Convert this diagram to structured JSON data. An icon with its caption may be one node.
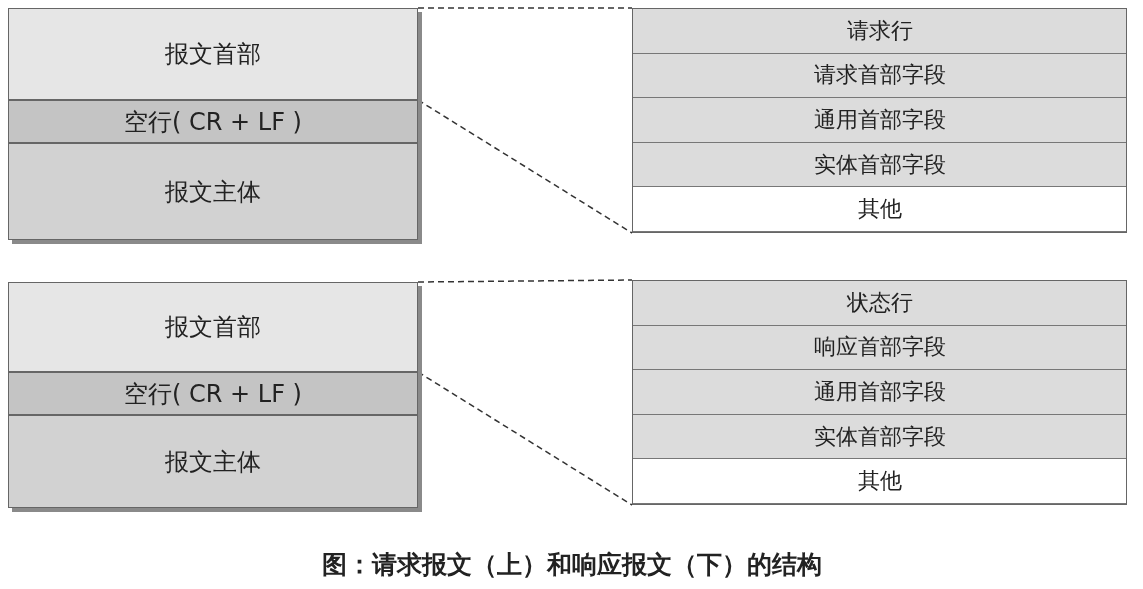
{
  "diagram": {
    "caption": "图：请求报文（上）和响应报文（下）的结构",
    "nodes": [
      {
        "text": [
          "报文首部"
        ]
      },
      {
        "text": [
          "空行( CR + LF )"
        ]
      },
      {
        "text": [
          "报文主体"
        ]
      },
      {
        "text": [],
        "shape": "box"
      },
      {
        "text": [
          "请求行"
        ],
        "in": 3
      },
      {
        "text": [
          "请求首部字段"
        ],
        "in": 3
      },
      {
        "text": [
          "通用首部字段"
        ],
        "in": 3
      },
      {
        "text": [
          "实体首部字段"
        ],
        "in": 3
      },
      {
        "text": [
          "其他"
        ],
        "in": 3
      },
      {
        "text": [
          "报文首部"
        ]
      },
      {
        "text": [
          "空行( CR + LF )"
        ]
      },
      {
        "text": [
          "报文主体"
        ]
      },
      {
        "text": [],
        "shape": "box"
      },
      {
        "text": [
          "状态行"
        ],
        "in": 12
      },
      {
        "text": [
          "响应首部字段"
        ],
        "in": 12
      },
      {
        "text": [
          "通用首部字段"
        ],
        "in": 12
      },
      {
        "text": [
          "实体首部字段"
        ],
        "in": 12
      },
      {
        "text": [
          "其他"
        ],
        "in": 12
      }
    ],
    "edges": [
      {
        "from": 0,
        "to": 3,
        "arrow": "none",
        "style": "dashed"
      },
      {
        "from": 0,
        "to": 3,
        "arrow": "none",
        "style": "dashed"
      },
      {
        "from": 9,
        "to": 12,
        "arrow": "none",
        "style": "dashed"
      },
      {
        "from": 9,
        "to": 12,
        "arrow": "none",
        "style": "dashed"
      }
    ]
  }
}
